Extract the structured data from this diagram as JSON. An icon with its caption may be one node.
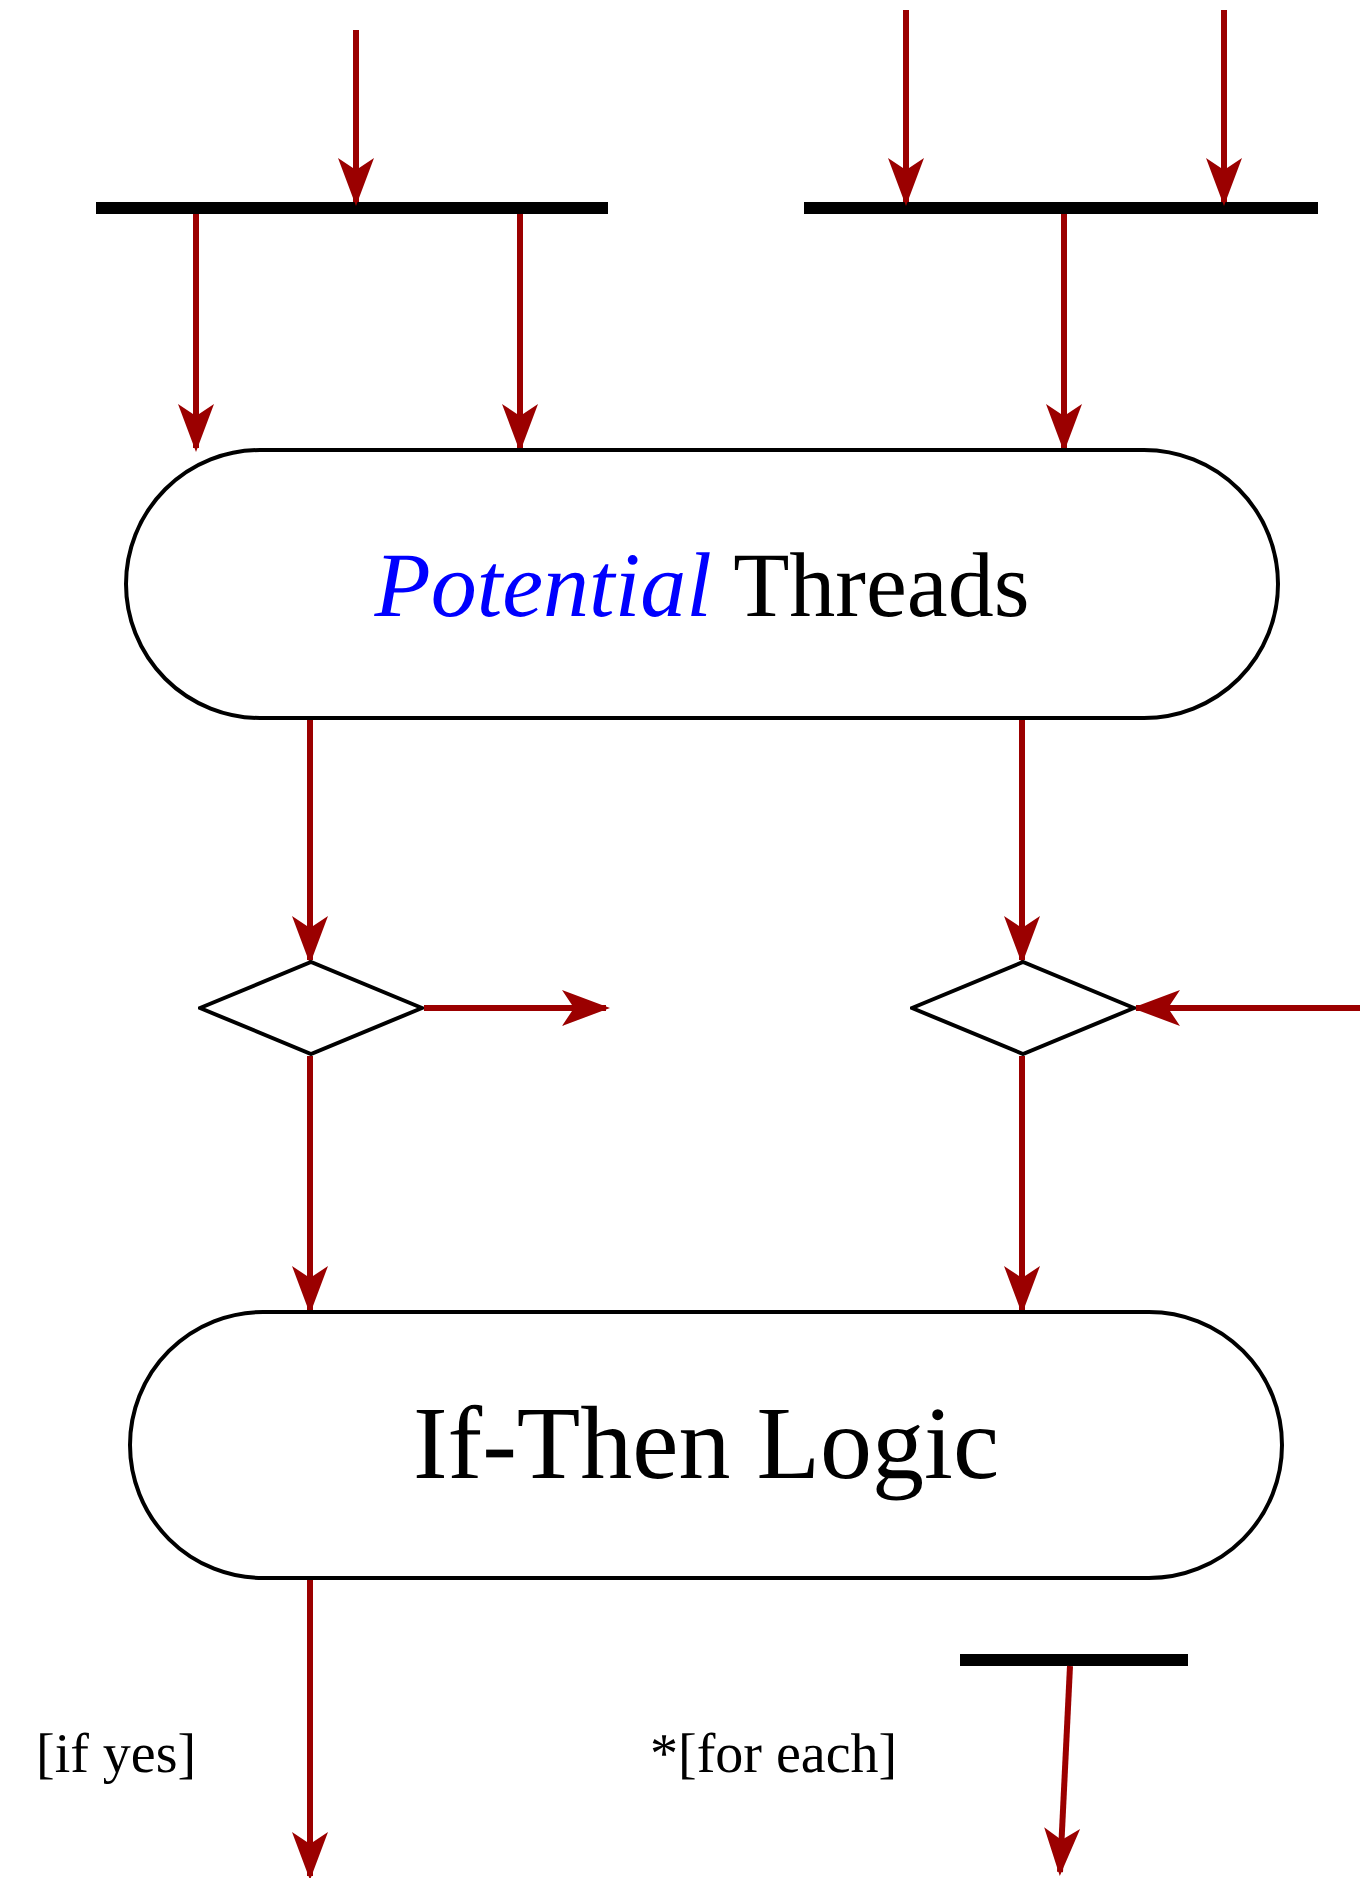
{
  "diagram": {
    "nodes": [
      {
        "text": [],
        "shape": "bar"
      },
      {
        "text": [],
        "shape": "bar"
      },
      {
        "text": [
          "*Potential* Threads"
        ]
      },
      {
        "text": [],
        "shape": "diamond"
      },
      {
        "text": [],
        "shape": "diamond"
      },
      {
        "text": [
          "If-Then Logic"
        ]
      },
      {
        "text": [],
        "shape": "bar"
      }
    ],
    "edges": [
      {
        "from": null,
        "to": 0,
        "arrow": "to"
      },
      {
        "from": 0,
        "to": 2,
        "arrow": "to"
      },
      {
        "from": 0,
        "to": 2,
        "arrow": "to"
      },
      {
        "from": null,
        "to": 1,
        "arrow": "to"
      },
      {
        "from": null,
        "to": 1,
        "arrow": "to"
      },
      {
        "from": 1,
        "to": 2,
        "arrow": "to"
      },
      {
        "from": 2,
        "to": 3,
        "arrow": "to"
      },
      {
        "from": 2,
        "to": 4,
        "arrow": "to"
      },
      {
        "from": 3,
        "to": null,
        "arrow": "to"
      },
      {
        "from": null,
        "to": 4,
        "arrow": "to"
      },
      {
        "from": 3,
        "to": 5,
        "arrow": "to"
      },
      {
        "from": 4,
        "to": 5,
        "arrow": "to"
      },
      {
        "from": 5,
        "to": null,
        "arrow": "to"
      },
      {
        "from": 6,
        "to": null,
        "arrow": "to"
      }
    ],
    "labels": [
      "[if yes]",
      "*[for each]"
    ]
  }
}
